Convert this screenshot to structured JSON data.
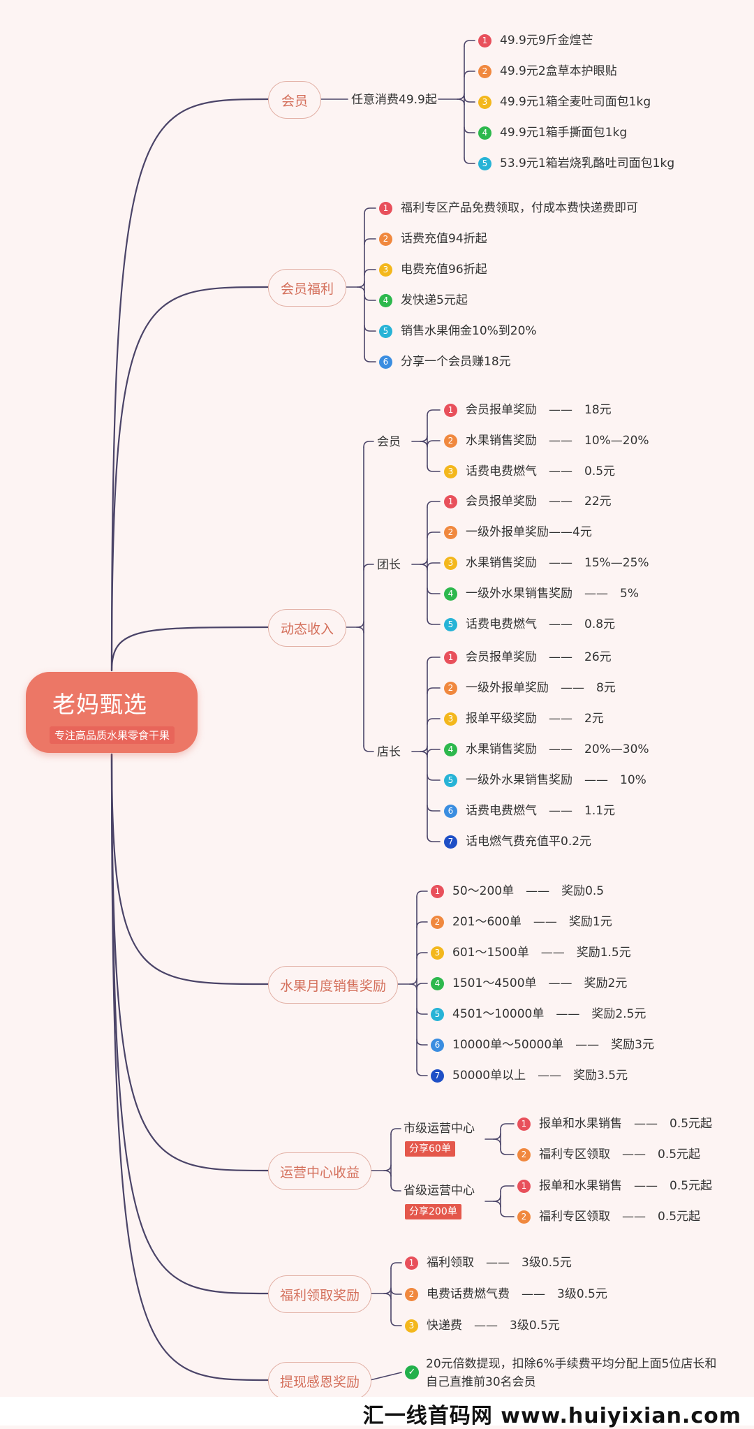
{
  "root": {
    "title": "老妈甄选",
    "subtitle": "专注高品质水果零食干果"
  },
  "colors": {
    "red": "#e8505b",
    "orange": "#f0883e",
    "yellow": "#f3b71c",
    "green": "#2db84d",
    "cyan": "#27b3d6",
    "blue": "#3a8de0",
    "navy": "#1e4fc6",
    "line": "#4b4468"
  },
  "member": {
    "label": "会员",
    "sub": "任意消费49.9起",
    "items": [
      {
        "num": "1",
        "text": "49.9元9斤金煌芒"
      },
      {
        "num": "2",
        "text": "49.9元2盒草本护眼贴"
      },
      {
        "num": "3",
        "text": "49.9元1箱全麦吐司面包1kg"
      },
      {
        "num": "4",
        "text": "49.9元1箱手撕面包1kg"
      },
      {
        "num": "5",
        "text": "53.9元1箱岩烧乳酪吐司面包1kg"
      }
    ]
  },
  "benefits": {
    "label": "会员福利",
    "items": [
      {
        "num": "1",
        "text": "福利专区产品免费领取，付成本费快递费即可"
      },
      {
        "num": "2",
        "text": "话费充值94折起"
      },
      {
        "num": "3",
        "text": "电费充值96折起"
      },
      {
        "num": "4",
        "text": "发快递5元起"
      },
      {
        "num": "5",
        "text": "销售水果佣金10%到20%"
      },
      {
        "num": "6",
        "text": "分享一个会员赚18元"
      }
    ]
  },
  "income": {
    "label": "动态收入",
    "member": {
      "label": "会员",
      "items": [
        {
          "num": "1",
          "text": "会员报单奖励　——　18元"
        },
        {
          "num": "2",
          "text": "水果销售奖励　——　10%—20%"
        },
        {
          "num": "3",
          "text": "话费电费燃气　——　0.5元"
        }
      ]
    },
    "leader": {
      "label": "团长",
      "items": [
        {
          "num": "1",
          "text": "会员报单奖励　——　22元"
        },
        {
          "num": "2",
          "text": "一级外报单奖励——4元"
        },
        {
          "num": "3",
          "text": "水果销售奖励　——　15%—25%"
        },
        {
          "num": "4",
          "text": "一级外水果销售奖励　——　5%"
        },
        {
          "num": "5",
          "text": "话费电费燃气　——　0.8元"
        }
      ]
    },
    "store": {
      "label": "店长",
      "items": [
        {
          "num": "1",
          "text": "会员报单奖励　——　26元"
        },
        {
          "num": "2",
          "text": "一级外报单奖励　——　8元"
        },
        {
          "num": "3",
          "text": "报单平级奖励　——　2元"
        },
        {
          "num": "4",
          "text": "水果销售奖励　——　20%—30%"
        },
        {
          "num": "5",
          "text": "一级外水果销售奖励　——　10%"
        },
        {
          "num": "6",
          "text": "话费电费燃气　——　1.1元"
        },
        {
          "num": "7",
          "text": "话电燃气费充值平0.2元"
        }
      ]
    }
  },
  "monthly": {
    "label": "水果月度销售奖励",
    "items": [
      {
        "num": "1",
        "text": "50～200单　——　奖励0.5"
      },
      {
        "num": "2",
        "text": "201～600单　——　奖励1元"
      },
      {
        "num": "3",
        "text": "601～1500单　——　奖励1.5元"
      },
      {
        "num": "4",
        "text": "1501～4500单　——　奖励2元"
      },
      {
        "num": "5",
        "text": "4501～10000单　——　奖励2.5元"
      },
      {
        "num": "6",
        "text": "10000单～50000单　——　奖励3元"
      },
      {
        "num": "7",
        "text": "50000单以上　——　奖励3.5元"
      }
    ]
  },
  "ops": {
    "label": "运营中心收益",
    "city": {
      "label": "市级运营中心",
      "tag": "分享60单",
      "items": [
        {
          "num": "1",
          "text": "报单和水果销售　——　0.5元起"
        },
        {
          "num": "2",
          "text": "福利专区领取　——　0.5元起"
        }
      ]
    },
    "province": {
      "label": "省级运营中心",
      "tag": "分享200单",
      "items": [
        {
          "num": "1",
          "text": "报单和水果销售　——　0.5元起"
        },
        {
          "num": "2",
          "text": "福利专区领取　——　0.5元起"
        }
      ]
    }
  },
  "claim": {
    "label": "福利领取奖励",
    "items": [
      {
        "num": "1",
        "text": "福利领取　——　3级0.5元"
      },
      {
        "num": "2",
        "text": "电费话费燃气费　——　3级0.5元"
      },
      {
        "num": "3",
        "text": "快递费　——　3级0.5元"
      }
    ]
  },
  "thanks": {
    "label": "提现感恩奖励",
    "line1": "20元倍数提现，扣除6%手续费平均分配上面5位店长和",
    "line2": "自己直推前30名会员"
  },
  "footer": {
    "watermark": "汇一线首码网 www.huiyixian.com"
  }
}
